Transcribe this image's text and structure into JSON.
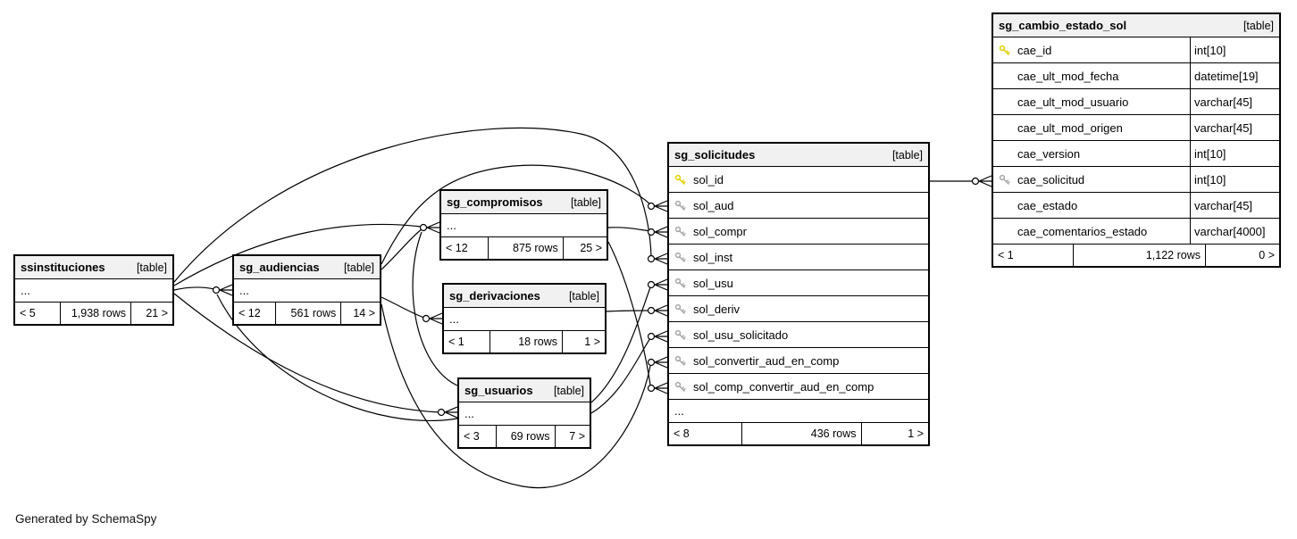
{
  "diagram": {
    "generated_by": "Generated by SchemaSpy",
    "colors": {
      "pk_key": "#e3cf00",
      "fk_key": "#a6a6a6",
      "header_bg": "#f1f1f1",
      "border": "#000000",
      "line": "#000000"
    },
    "tables": [
      {
        "name": "ssinstituciones",
        "tag": "[table]",
        "ellipsis": "...",
        "footer": {
          "left": "< 5",
          "center": "1,938 rows",
          "right": "21 >"
        }
      },
      {
        "name": "sg_audiencias",
        "tag": "[table]",
        "ellipsis": "...",
        "footer": {
          "left": "< 12",
          "center": "561 rows",
          "right": "14 >"
        }
      },
      {
        "name": "sg_compromisos",
        "tag": "[table]",
        "ellipsis": "...",
        "footer": {
          "left": "< 12",
          "center": "875 rows",
          "right": "25 >"
        }
      },
      {
        "name": "sg_derivaciones",
        "tag": "[table]",
        "ellipsis": "...",
        "footer": {
          "left": "< 1",
          "center": "18 rows",
          "right": "1 >"
        }
      },
      {
        "name": "sg_usuarios",
        "tag": "[table]",
        "ellipsis": "...",
        "footer": {
          "left": "< 3",
          "center": "69 rows",
          "right": "7 >"
        }
      },
      {
        "name": "sg_solicitudes",
        "tag": "[table]",
        "ellipsis": "...",
        "columns": [
          {
            "name": "sol_id",
            "key": "pk"
          },
          {
            "name": "sol_aud",
            "key": "fk"
          },
          {
            "name": "sol_compr",
            "key": "fk"
          },
          {
            "name": "sol_inst",
            "key": "fk"
          },
          {
            "name": "sol_usu",
            "key": "fk"
          },
          {
            "name": "sol_deriv",
            "key": "fk"
          },
          {
            "name": "sol_usu_solicitado",
            "key": "fk"
          },
          {
            "name": "sol_convertir_aud_en_comp",
            "key": "fk"
          },
          {
            "name": "sol_comp_convertir_aud_en_comp",
            "key": "fk"
          }
        ],
        "footer": {
          "left": "< 8",
          "center": "436 rows",
          "right": "1 >"
        }
      },
      {
        "name": "sg_cambio_estado_sol",
        "tag": "[table]",
        "columns": [
          {
            "name": "cae_id",
            "key": "pk",
            "type": "int[10]"
          },
          {
            "name": "cae_ult_mod_fecha",
            "key": null,
            "type": "datetime[19]"
          },
          {
            "name": "cae_ult_mod_usuario",
            "key": null,
            "type": "varchar[45]"
          },
          {
            "name": "cae_ult_mod_origen",
            "key": null,
            "type": "varchar[45]"
          },
          {
            "name": "cae_version",
            "key": null,
            "type": "int[10]"
          },
          {
            "name": "cae_solicitud",
            "key": "fk",
            "type": "int[10]"
          },
          {
            "name": "cae_estado",
            "key": null,
            "type": "varchar[45]"
          },
          {
            "name": "cae_comentarios_estado",
            "key": null,
            "type": "varchar[4000]"
          }
        ],
        "footer": {
          "left": "< 1",
          "center": "1,122 rows",
          "right": "0 >"
        }
      }
    ],
    "relationships": [
      {
        "from": "sg_solicitudes.sol_id",
        "to": "sg_cambio_estado_sol.cae_solicitud"
      },
      {
        "from": "ssinstituciones",
        "to": "sg_audiencias"
      },
      {
        "from": "ssinstituciones",
        "to": "sg_compromisos"
      },
      {
        "from": "ssinstituciones",
        "to": "sg_solicitudes.sol_inst"
      },
      {
        "from": "ssinstituciones",
        "to": "sg_usuarios"
      },
      {
        "from": "sg_audiencias",
        "to": "sg_compromisos"
      },
      {
        "from": "sg_audiencias",
        "to": "sg_solicitudes.sol_aud"
      },
      {
        "from": "sg_compromisos",
        "to": "sg_solicitudes.sol_compr"
      },
      {
        "from": "sg_derivaciones",
        "to": "sg_solicitudes.sol_deriv"
      },
      {
        "from": "sg_usuarios",
        "to": "sg_solicitudes.sol_usu"
      },
      {
        "from": "sg_usuarios",
        "to": "sg_solicitudes.sol_usu_solicitado"
      },
      {
        "from": "sg_audiencias",
        "to": "sg_solicitudes.sol_convertir_aud_en_comp"
      },
      {
        "from": "sg_compromisos",
        "to": "sg_solicitudes.sol_comp_convertir_aud_en_comp"
      },
      {
        "from": "sg_usuarios",
        "to": "sg_audiencias"
      },
      {
        "from": "sg_audiencias",
        "to": "sg_derivaciones"
      },
      {
        "from": "sg_usuarios",
        "to": "sg_compromisos"
      }
    ]
  }
}
